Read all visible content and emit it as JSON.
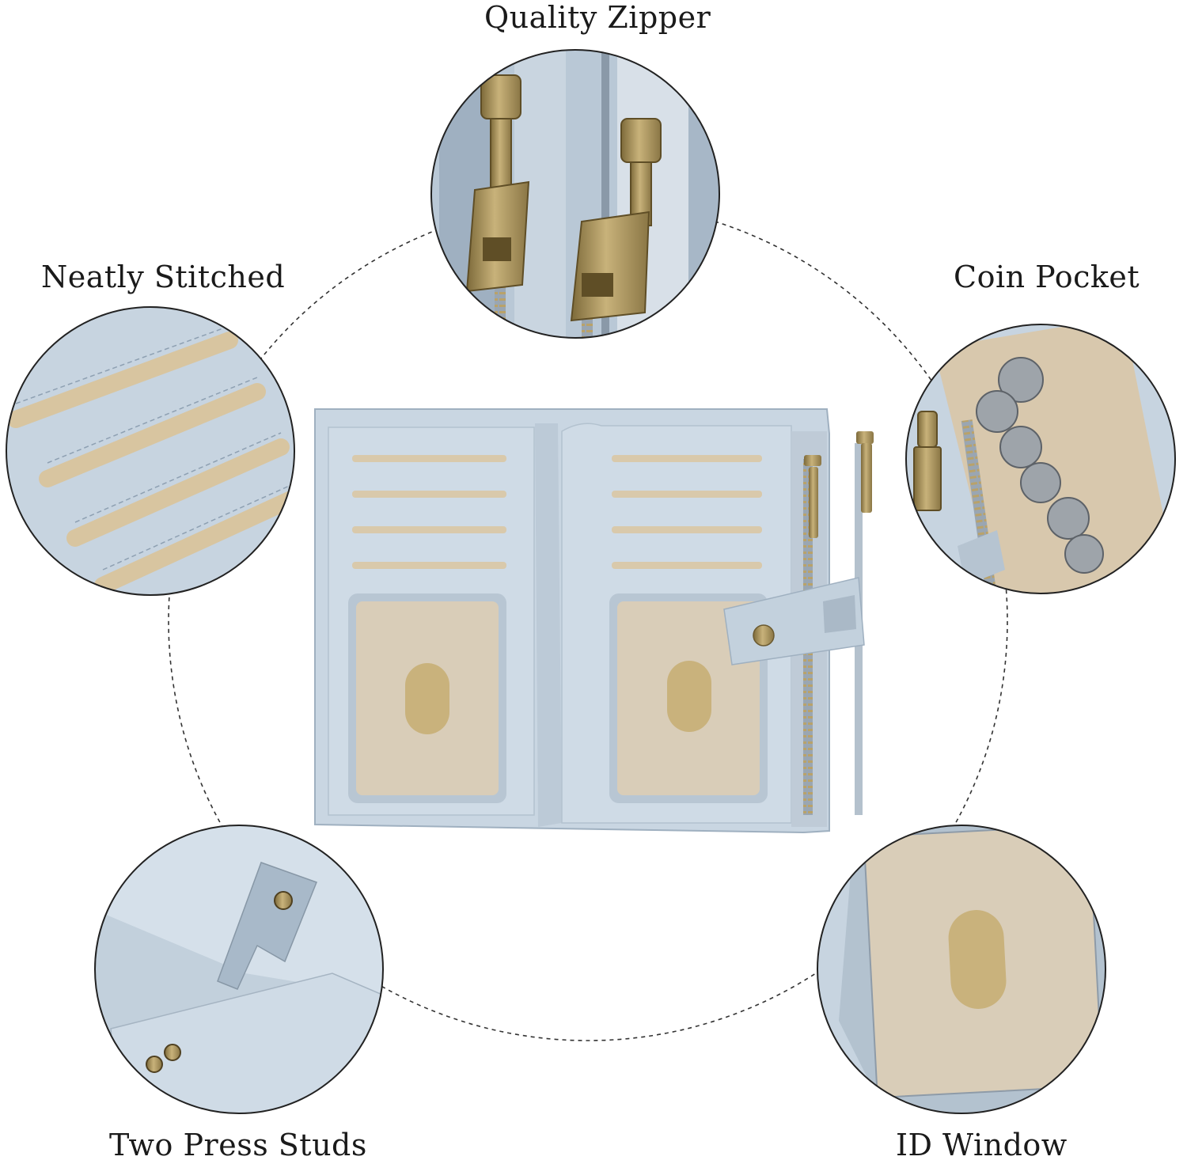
{
  "features": [
    {
      "id": "quality-zipper",
      "label": "Quality Zipper"
    },
    {
      "id": "neatly-stitched",
      "label": "Neatly Stitched"
    },
    {
      "id": "coin-pocket",
      "label": "Coin Pocket"
    },
    {
      "id": "two-press-studs",
      "label": "Two Press Studs"
    },
    {
      "id": "id-window",
      "label": "ID Window"
    }
  ],
  "colors": {
    "leather": "#c9d6e2",
    "leather_shadow": "#a9b8c6",
    "lining": "#d8c8ad",
    "brass": "#a88f55",
    "id_window": "#d9cdb8",
    "ring_stroke": "#222222",
    "dashed_circle": "#333333",
    "label_text": "#1a1a1a"
  }
}
